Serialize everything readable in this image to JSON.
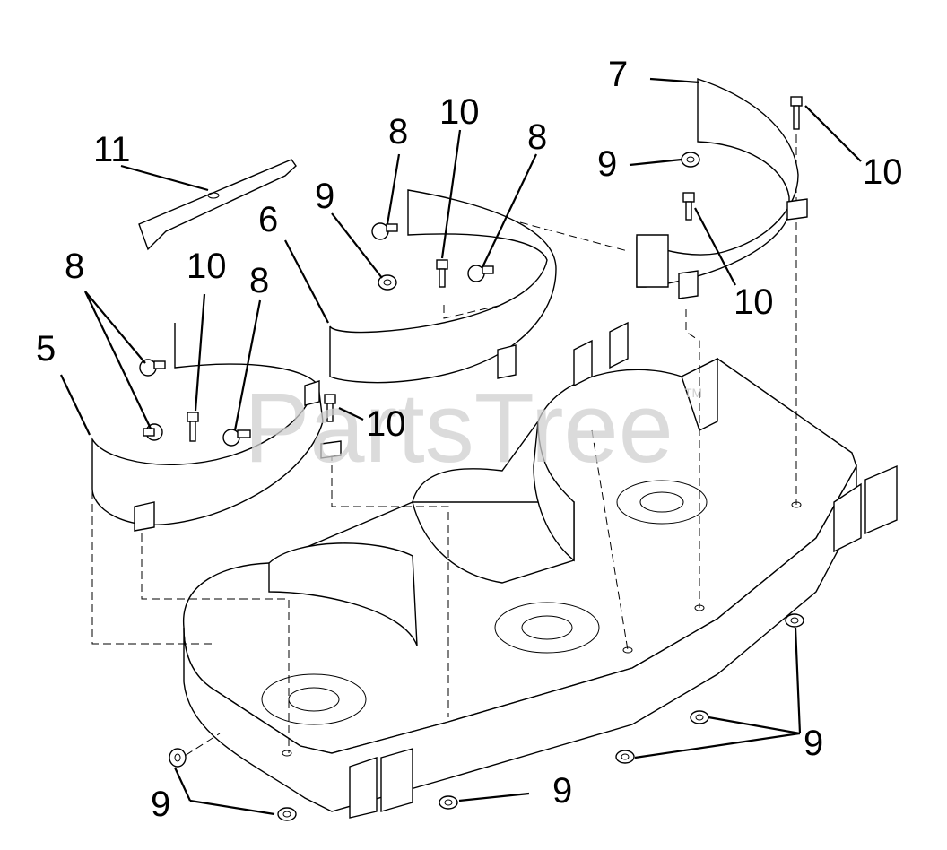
{
  "watermark": {
    "text": "PartsTree",
    "tm": "TM"
  },
  "callouts": {
    "c5": "5",
    "c6": "6",
    "c7": "7",
    "c8a": "8",
    "c8b": "8",
    "c8c": "8",
    "c8d": "8",
    "c9a": "9",
    "c9b": "9",
    "c9c": "9",
    "c9d": "9",
    "c9e": "9",
    "c10a": "10",
    "c10b": "10",
    "c10c": "10",
    "c10d": "10",
    "c10e": "10",
    "c11": "11"
  },
  "colors": {
    "line": "#000000",
    "watermark": "#cfcfcf",
    "background": "#ffffff"
  }
}
